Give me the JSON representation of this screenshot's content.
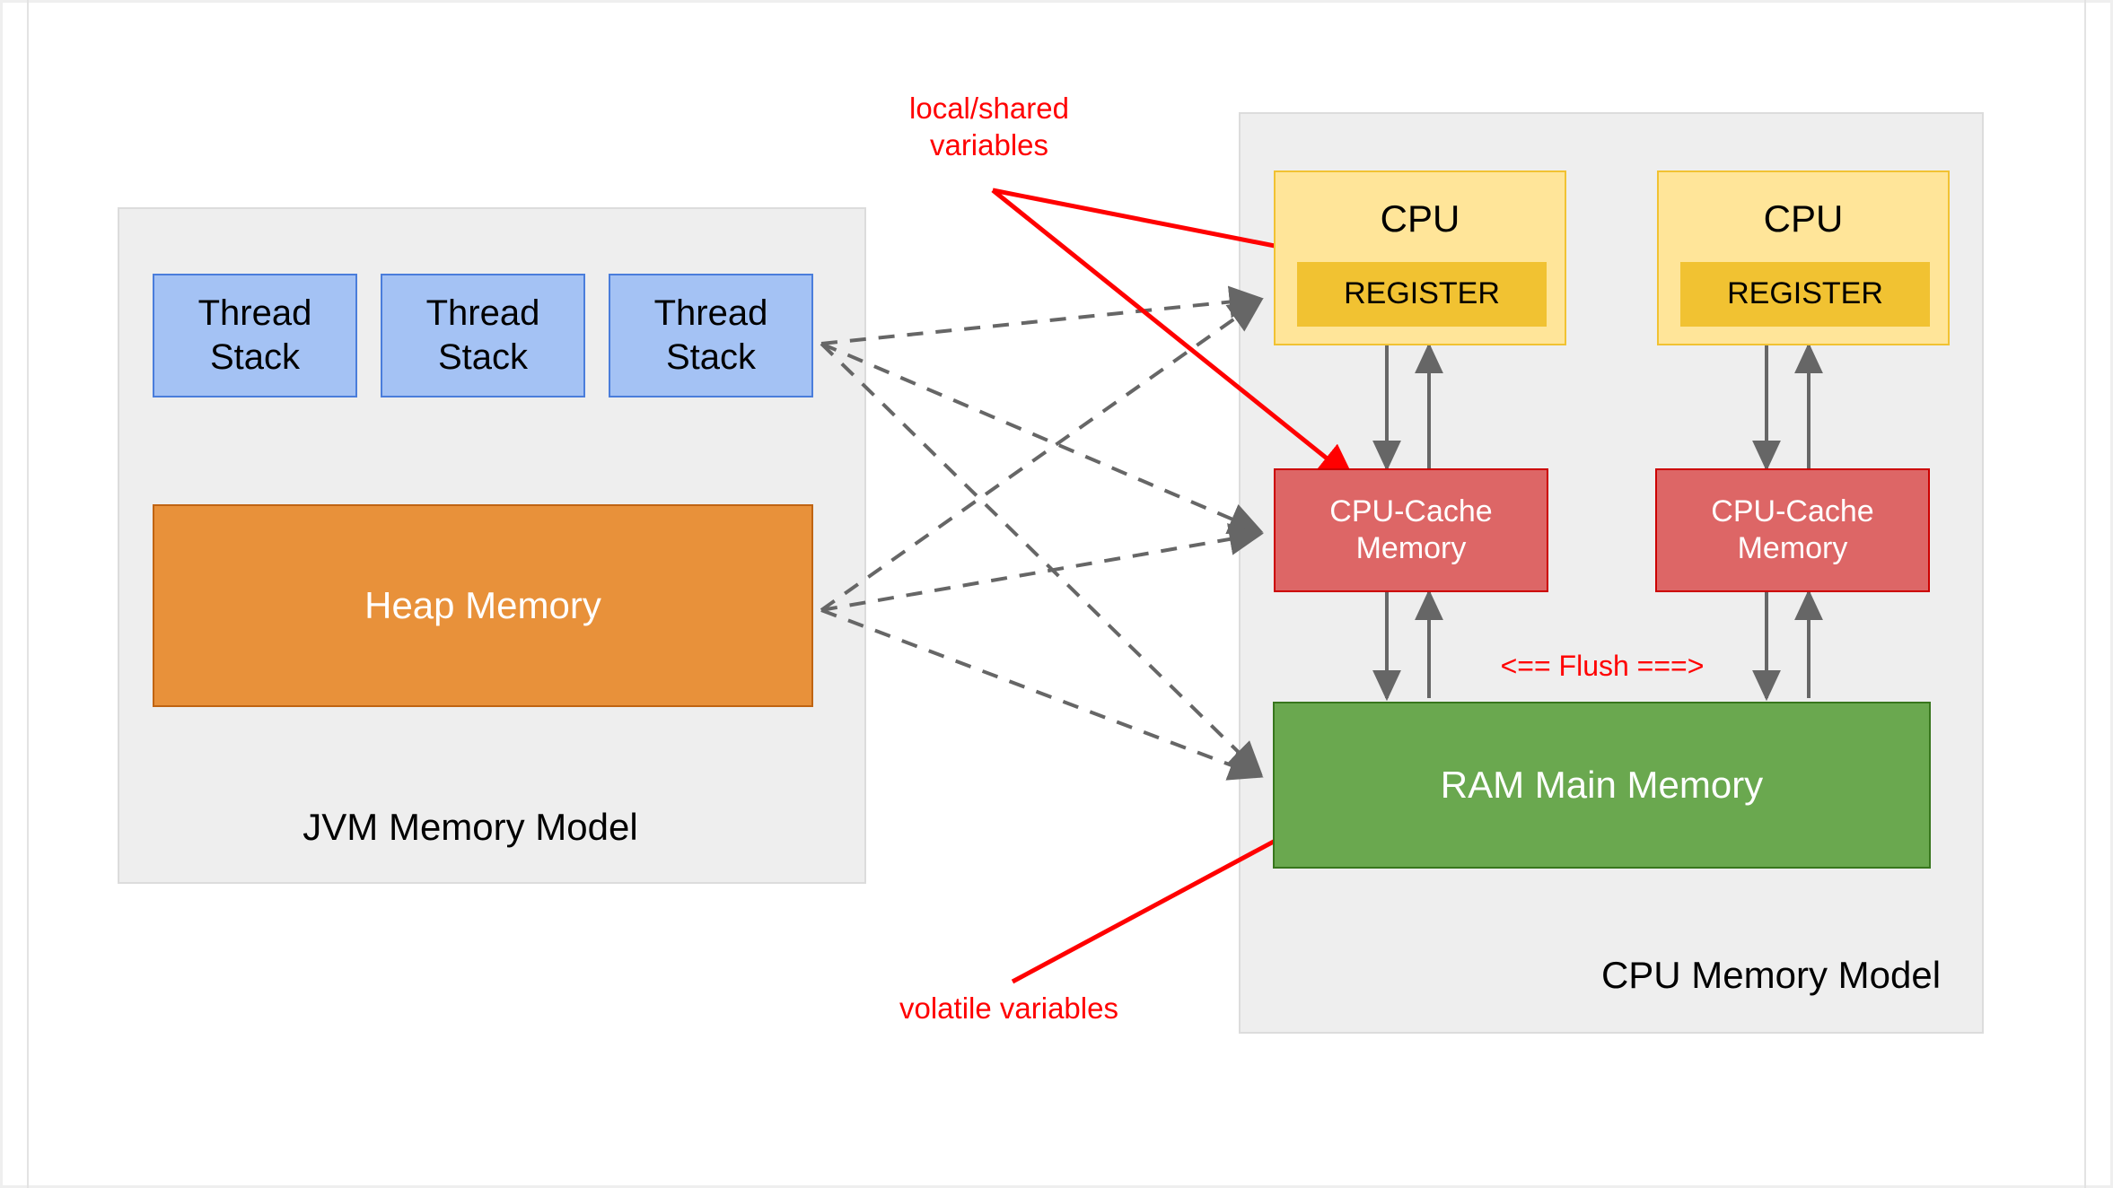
{
  "diagram": {
    "title": "JVM Memory Model and CPU Memory Model",
    "colors": {
      "group_fill": "#eeeeee",
      "group_border": "#dcdcdc",
      "thread_stack_fill": "#a4c2f4",
      "thread_stack_border": "#4a7ddb",
      "heap_fill": "#e8913a",
      "heap_border": "#c06412",
      "cpu_fill": "#ffe599",
      "cpu_border": "#f1c232",
      "register_fill": "#f1c232",
      "cache_fill": "#dd6666",
      "cache_border": "#cc0000",
      "ram_fill": "#6aa84f",
      "ram_border": "#38761d",
      "annotation": "#ff0000",
      "connector_grey": "#666666",
      "page_background": "#ffffff"
    }
  },
  "jvm_group": {
    "label": "JVM Memory Model",
    "thread_stacks": [
      {
        "label": "Thread\nStack"
      },
      {
        "label": "Thread\nStack"
      },
      {
        "label": "Thread\nStack"
      }
    ],
    "heap": {
      "label": "Heap Memory"
    }
  },
  "cpu_group": {
    "label": "CPU Memory Model",
    "cpus": [
      {
        "title": "CPU",
        "register": "REGISTER",
        "cache": "CPU-Cache\nMemory"
      },
      {
        "title": "CPU",
        "register": "REGISTER",
        "cache": "CPU-Cache\nMemory"
      }
    ],
    "ram": {
      "label": "RAM Main Memory"
    },
    "flush_label": "<== Flush ===>"
  },
  "annotations": [
    {
      "name": "local-shared-variables",
      "text": "local/shared\nvariables"
    },
    {
      "name": "volatile-variables",
      "text": "volatile variables"
    }
  ]
}
